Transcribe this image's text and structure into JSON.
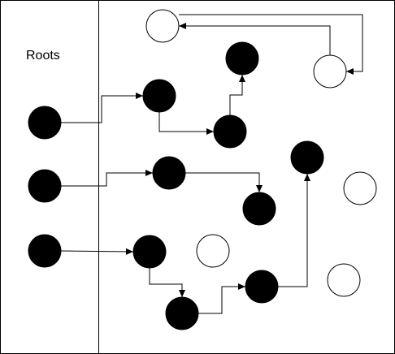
{
  "title": "Roots",
  "colors": {
    "marked": "#000000",
    "unmarked": "#ffffff",
    "stroke": "#000000"
  },
  "nodes": [
    {
      "id": "r1",
      "kind": "root",
      "marked": true
    },
    {
      "id": "r2",
      "kind": "root",
      "marked": true
    },
    {
      "id": "r3",
      "kind": "root",
      "marked": true
    },
    {
      "id": "a",
      "kind": "heap",
      "marked": true
    },
    {
      "id": "b",
      "kind": "heap",
      "marked": true
    },
    {
      "id": "c",
      "kind": "heap",
      "marked": true
    },
    {
      "id": "d",
      "kind": "heap",
      "marked": true
    },
    {
      "id": "e",
      "kind": "heap",
      "marked": true
    },
    {
      "id": "f",
      "kind": "heap",
      "marked": true
    },
    {
      "id": "g",
      "kind": "heap",
      "marked": true
    },
    {
      "id": "h",
      "kind": "heap",
      "marked": true
    },
    {
      "id": "i",
      "kind": "heap",
      "marked": true
    },
    {
      "id": "u1",
      "kind": "heap",
      "marked": false
    },
    {
      "id": "u2",
      "kind": "heap",
      "marked": false
    },
    {
      "id": "u3",
      "kind": "heap",
      "marked": false
    },
    {
      "id": "u4",
      "kind": "heap",
      "marked": false
    },
    {
      "id": "u5",
      "kind": "heap",
      "marked": false
    }
  ],
  "edges": [
    {
      "from": "r1",
      "to": "a"
    },
    {
      "from": "a",
      "to": "b"
    },
    {
      "from": "b",
      "to": "c"
    },
    {
      "from": "r2",
      "to": "d"
    },
    {
      "from": "d",
      "to": "e"
    },
    {
      "from": "r3",
      "to": "f"
    },
    {
      "from": "f",
      "to": "g"
    },
    {
      "from": "g",
      "to": "h"
    },
    {
      "from": "h",
      "to": "i"
    },
    {
      "from": "u2",
      "to": "u1"
    },
    {
      "from": "u1",
      "to": "u2"
    }
  ]
}
